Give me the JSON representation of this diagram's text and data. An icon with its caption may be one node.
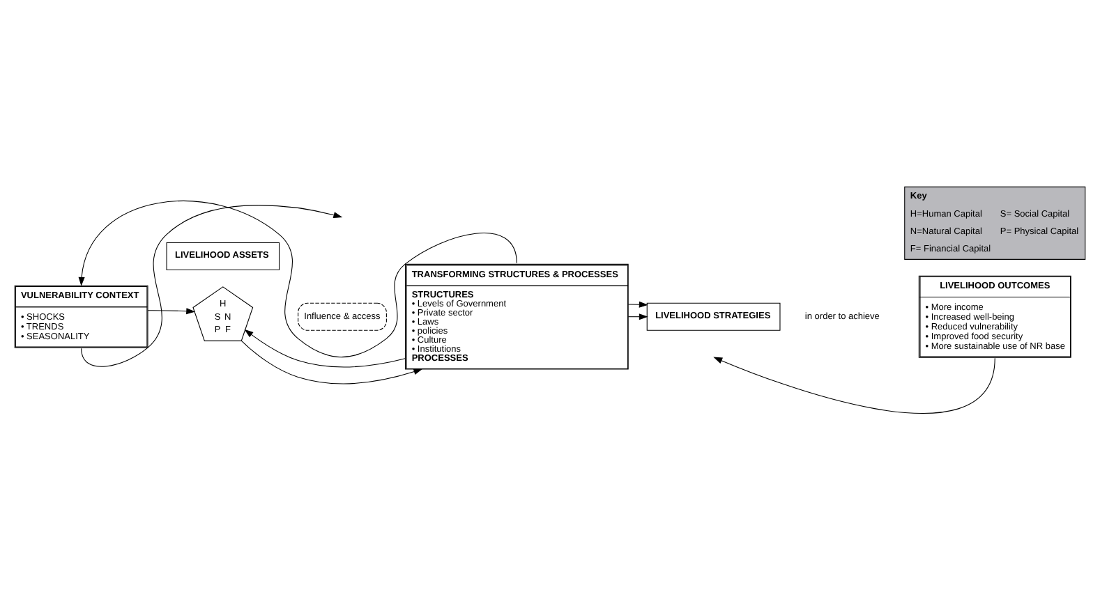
{
  "diagram": {
    "nodes": [
      {
        "text": [
          "Key",
          "H=Human Capital",
          "S= Social Capital",
          "N=Natural Capital",
          "P= Physical Capital",
          "F= Financial Capital"
        ]
      },
      {
        "text": [
          "LIVELIHOOD ASSETS"
        ]
      },
      {
        "text": [
          "VULNERABILITY CONTEXT",
          "• SHOCKS",
          "• TRENDS",
          "• SEASONALITY"
        ]
      },
      {
        "text": [
          "H",
          "S",
          "N",
          "P",
          "F"
        ]
      },
      {
        "text": [
          "Influence & access"
        ]
      },
      {
        "text": [
          "TRANSFORMING STRUCTURES & PROCESSES",
          "STRUCTURES",
          "• Levels of Government",
          "• Private sector",
          "• Laws",
          "• policies",
          "• Culture",
          "• Institutions",
          "PROCESSES"
        ]
      },
      {
        "text": [
          "LIVELIHOOD STRATEGIES"
        ]
      },
      {
        "text": [
          "LIVELIHOOD OUTCOMES",
          "• More income",
          "• Increased well-being",
          "• Reduced vulnerability",
          "• Improved food security",
          "• More sustainable use of NR base"
        ]
      }
    ],
    "edges": [
      {
        "from": 2,
        "to": 3,
        "arrow": "to"
      },
      {
        "from": 2,
        "to": null,
        "arrow": "to"
      },
      {
        "from": 3,
        "to": 5,
        "arrow": "to"
      },
      {
        "from": 5,
        "to": 3,
        "arrow": "to"
      },
      {
        "from": 5,
        "to": 6,
        "arrow": "to"
      },
      {
        "from": 5,
        "to": 6,
        "arrow": "to"
      },
      {
        "from": 5,
        "to": 2,
        "arrow": "to"
      },
      {
        "from": 7,
        "to": null,
        "arrow": "to"
      }
    ],
    "labels": [
      "in order to achieve"
    ]
  }
}
